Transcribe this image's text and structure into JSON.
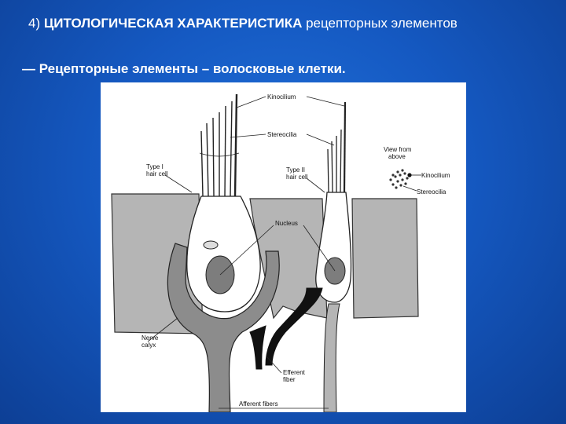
{
  "header": {
    "title_number": "4)",
    "title_bold": "ЦИТОЛОГИЧЕСКАЯ ХАРАКТЕРИСТИКА",
    "title_rest": "рецепторных элементов",
    "subtitle": "— Рецепторные элементы – волосковые клетки."
  },
  "figure": {
    "labels": {
      "kinocilium": "Kinocilium",
      "stereocilia": "Stereocilia",
      "type1_line1": "Type I",
      "type1_line2": "hair cell",
      "type2_line1": "Type II",
      "type2_line2": "hair cell",
      "view_line1": "View from",
      "view_line2": "above",
      "view_kinocilium": "Kinocilium",
      "view_stereocilia": "Stereocilia",
      "nucleus": "Nucleus",
      "nerve_line1": "Nerve",
      "nerve_line2": "calyx",
      "efferent_line1": "Efferent",
      "efferent_line2": "fiber",
      "afferent": "Afferent fibers"
    },
    "colors": {
      "tissue": "#b5b5b5",
      "calyx": "#8c8c8c",
      "efferent": "#111111"
    }
  }
}
